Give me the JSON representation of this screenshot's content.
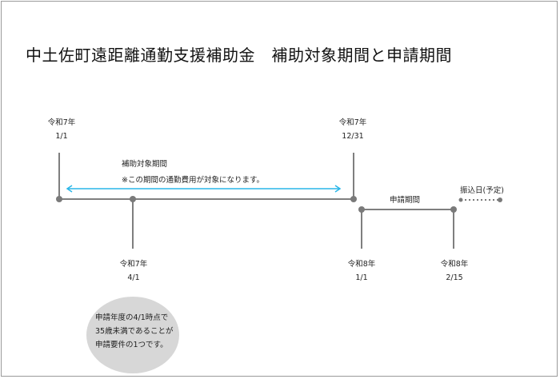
{
  "title": "中土佐町遠距離通勤支援補助金　補助対象期間と申請期間",
  "nodes": {
    "start": {
      "era": "令和7年",
      "date": "1/1"
    },
    "apr": {
      "era": "令和7年",
      "date": "4/1"
    },
    "dec": {
      "era": "令和7年",
      "date": "12/31"
    },
    "jan": {
      "era": "令和8年",
      "date": "1/1"
    },
    "feb": {
      "era": "令和8年",
      "date": "2/15"
    }
  },
  "period": {
    "label": "補助対象期間",
    "note": "※この期間の通勤費用が対象になります。"
  },
  "application": {
    "label": "申請期間"
  },
  "payment": {
    "label": "振込日(予定)"
  },
  "circle_note": {
    "lines": [
      "申請年度の4/1時点で",
      "35歳未満であることが",
      "申請要件の1つです。"
    ]
  },
  "colors": {
    "line": "#7f7f7f",
    "dot": "#7a7a7a",
    "arrow": "#29b6e8",
    "circle": "#d7d7d7"
  }
}
